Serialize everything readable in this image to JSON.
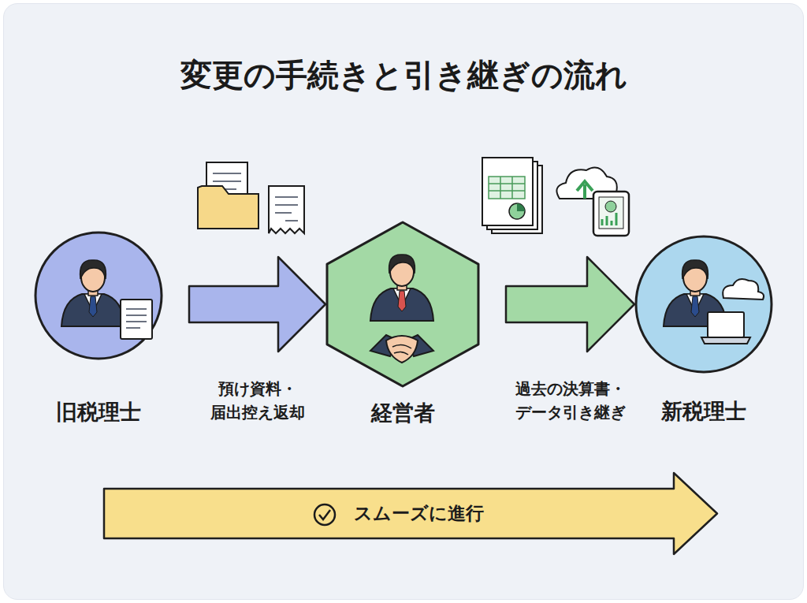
{
  "diagram": {
    "title": "変更の手続きと引き継ぎの流れ",
    "nodes": [
      {
        "text": [
          "旧税理士"
        ]
      },
      {
        "text": [
          "経営者"
        ]
      },
      {
        "text": [
          "新税理士"
        ]
      },
      {
        "text": [
          "スムーズに進行"
        ]
      }
    ],
    "edges": [
      {
        "from": 0,
        "to": 1,
        "arrow": "to",
        "label": "預け資料・ 届出控え返却"
      },
      {
        "from": 1,
        "to": 2,
        "arrow": "to",
        "label": "過去の決算書・ データ引き継ぎ"
      }
    ]
  }
}
